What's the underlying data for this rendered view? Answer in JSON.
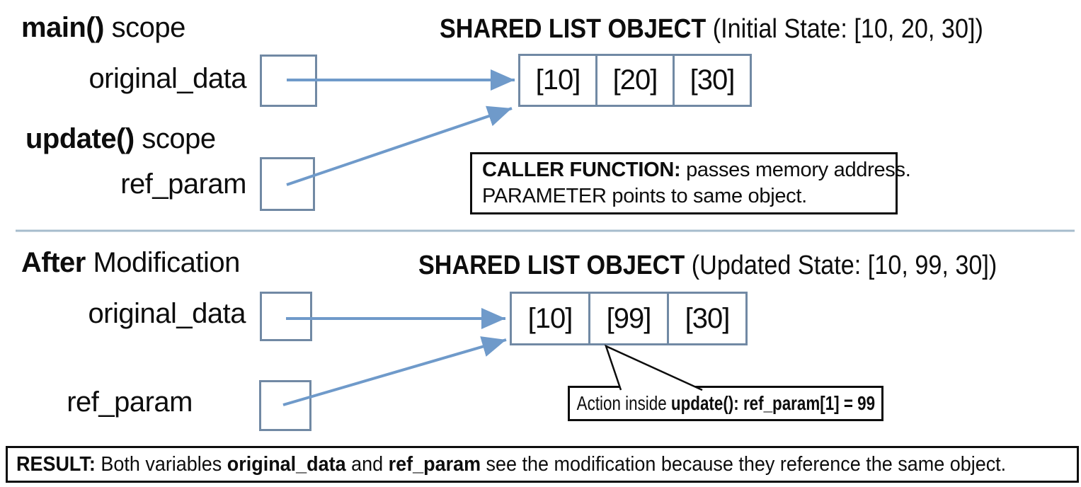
{
  "colors": {
    "arrow": "#6f9aca",
    "boxborder": "#7189a4",
    "divider": "#a6bccd",
    "ink": "#0d0d0d",
    "paper": "#ffffff"
  },
  "before": {
    "scope_main_bold": "main()",
    "scope_main_rest": " scope",
    "var_original": "original_data",
    "heading_bold": "SHARED LIST OBJECT",
    "heading_rest": " (Initial State: [10, 20, 30])",
    "list_cells": [
      "[10]",
      "[20]",
      "[30]"
    ],
    "scope_update_bold": "update()",
    "scope_update_rest": " scope",
    "var_ref": "ref_param",
    "note_bold": "CALLER FUNCTION:",
    "note_rest": " passes memory address.",
    "note_line2": "PARAMETER points to same object."
  },
  "after": {
    "title_bold": "After",
    "title_rest": " Modification",
    "var_original": "original_data",
    "heading_bold": "SHARED LIST OBJECT",
    "heading_rest": " (Updated State: [10, 99, 30])",
    "list_cells": [
      "[10]",
      "[99]",
      "[30]"
    ],
    "var_ref": "ref_param",
    "callout_normal": "Action inside ",
    "callout_bold": "update(): ref_param[1] = 99"
  },
  "result": {
    "bold_label": "RESULT:",
    "text_1": " Both variables ",
    "bold_var1": "original_data",
    "text_2": " and ",
    "bold_var2": "ref_param",
    "text_3": " see the modification because they reference the same object."
  }
}
